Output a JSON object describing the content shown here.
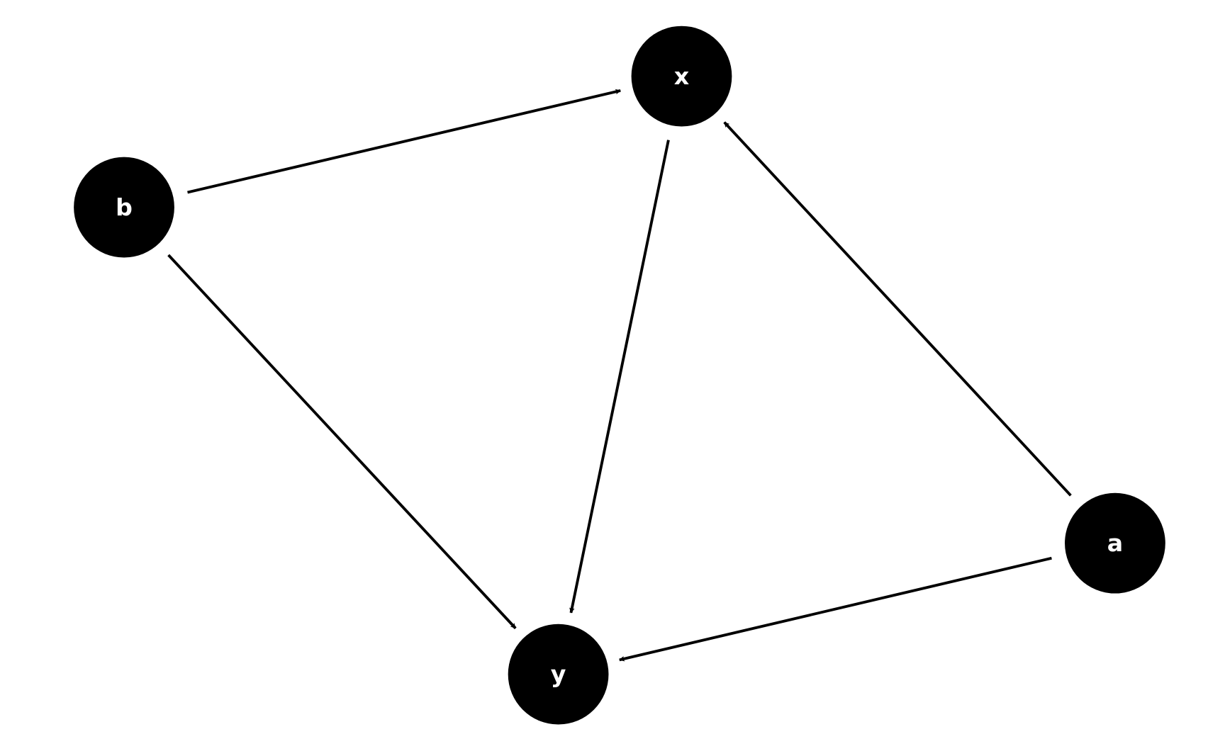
{
  "diagram": {
    "type": "directed-acyclic-graph",
    "node_color": "#000000",
    "label_color": "#ffffff",
    "edge_color": "#000000",
    "nodes": [
      {
        "id": "x",
        "label": "x"
      },
      {
        "id": "b",
        "label": "b"
      },
      {
        "id": "a",
        "label": "a"
      },
      {
        "id": "y",
        "label": "y"
      }
    ],
    "edges": [
      {
        "from": "b",
        "to": "x"
      },
      {
        "from": "b",
        "to": "y"
      },
      {
        "from": "x",
        "to": "y"
      },
      {
        "from": "a",
        "to": "x"
      },
      {
        "from": "a",
        "to": "y"
      }
    ]
  }
}
